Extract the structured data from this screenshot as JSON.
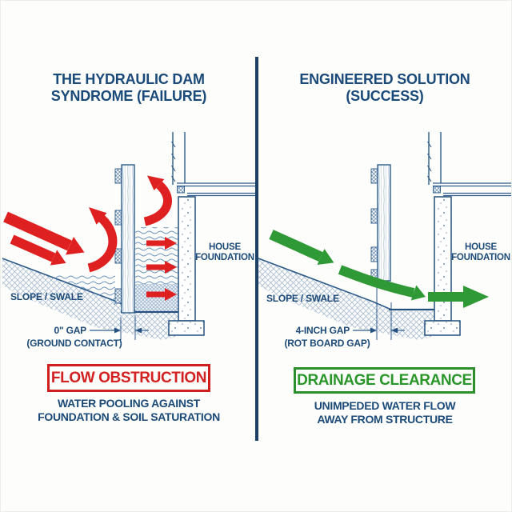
{
  "colors": {
    "navy_text": "#1a4a79",
    "line_blue": "#2e5c8a",
    "arrow_red": "#df2020",
    "arrow_green": "#2f9a35",
    "box_red_border": "#cf1f1f",
    "box_green_border": "#2c8f2c"
  },
  "left": {
    "title_line1": "THE HYDRAULIC DAM",
    "title_line2": "SYNDROME (FAILURE)",
    "slope_label": "SLOPE / SWALE",
    "house_label_line1": "HOUSE",
    "house_label_line2": "FOUNDATION",
    "gap_label": "0\" GAP",
    "gap_note": "(GROUND CONTACT)",
    "status_label": "FLOW OBSTRUCTION",
    "desc_line1": "WATER POOLING AGAINST",
    "desc_line2": "FOUNDATION & SOIL SATURATION"
  },
  "right": {
    "title_line1": "ENGINEERED SOLUTION",
    "title_line2": "(SUCCESS)",
    "slope_label": "SLOPE / SWALE",
    "house_label_line1": "HOUSE",
    "house_label_line2": "FOUNDATION",
    "gap_label": "4-INCH GAP",
    "gap_note": "(ROT BOARD GAP)",
    "status_label": "DRAINAGE CLEARANCE",
    "desc_line1": "UNIMPEDED WATER FLOW",
    "desc_line2": "AWAY FROM STRUCTURE"
  }
}
